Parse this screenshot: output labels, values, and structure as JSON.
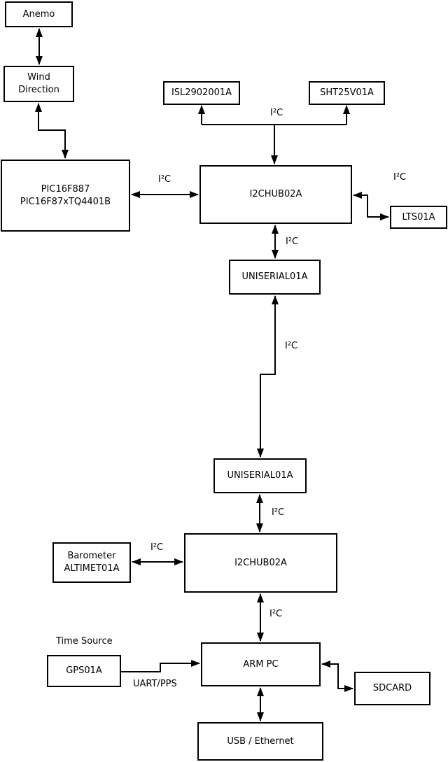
{
  "nodes": {
    "anemo": {
      "label": "Anemo"
    },
    "wind": {
      "line1": "Wind",
      "line2": "Direction"
    },
    "pic": {
      "line1": "PIC16F887",
      "line2": "PIC16F87xTQ4401B"
    },
    "isl": {
      "label": "ISL2902001A"
    },
    "sht": {
      "label": "SHT25V01A"
    },
    "hub1": {
      "label": "I2CHUB02A"
    },
    "lts": {
      "label": "LTS01A"
    },
    "uniserial1": {
      "label": "UNISERIAL01A"
    },
    "uniserial2": {
      "label": "UNISERIAL01A"
    },
    "hub2": {
      "label": "I2CHUB02A"
    },
    "barometer": {
      "line1": "Barometer",
      "line2": "ALTIMET01A"
    },
    "gps": {
      "label": "GPS01A"
    },
    "armpc": {
      "label": "ARM PC"
    },
    "sdcard": {
      "label": "SDCARD"
    },
    "usb": {
      "label": "USB / Ethernet"
    }
  },
  "edge_labels": {
    "i2c_top_bus": "I²C",
    "i2c_pic_hub1": "I²C",
    "i2c_hub1_lts": "I²C",
    "i2c_hub1_uniserial1": "I²C",
    "i2c_uniserial_link": "I²C",
    "i2c_uniserial2_hub2": "I²C",
    "i2c_barometer_hub2": "I²C",
    "i2c_hub2_armpc": "I²C",
    "time_source": "Time Source",
    "uart_pps": "UART/PPS"
  },
  "colors": {
    "ink": "#000000",
    "background": "#ffffff"
  }
}
